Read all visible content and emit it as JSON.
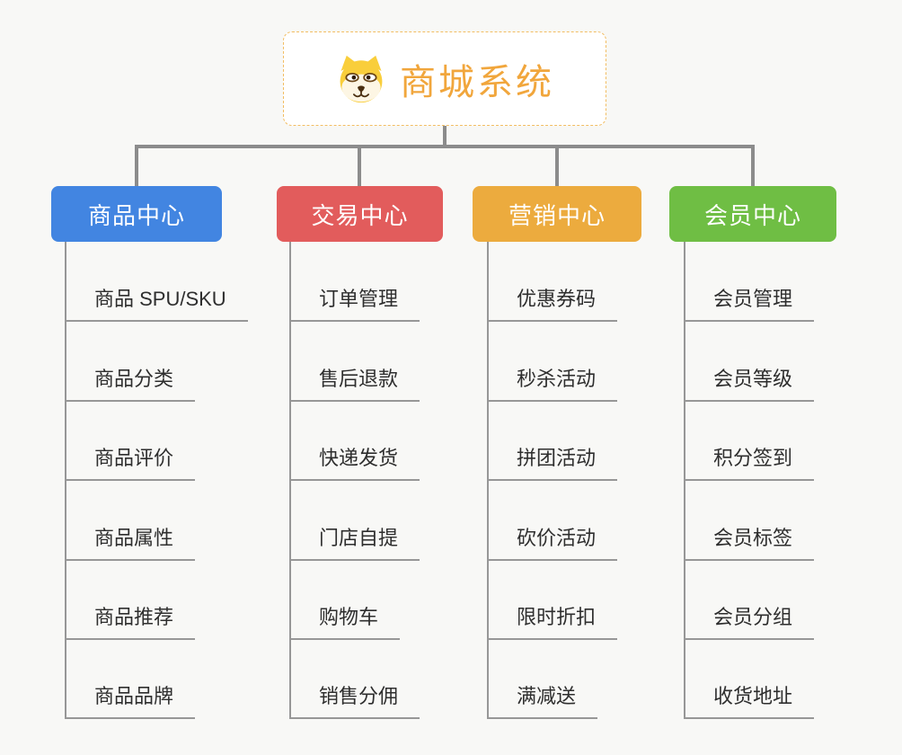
{
  "root": {
    "title": "商城系统",
    "title_color": "#F1A63C",
    "border_color": "#F2BD62",
    "icon": "dog-face-icon"
  },
  "connector_color": "#8C8C8C",
  "line_color": "#979797",
  "background_color": "#F8F8F6",
  "branches": [
    {
      "label": "商品中心",
      "color": "#4285E1",
      "items": [
        "商品 SPU/SKU",
        "商品分类",
        "商品评价",
        "商品属性",
        "商品推荐",
        "商品品牌"
      ]
    },
    {
      "label": "交易中心",
      "color": "#E25C5C",
      "items": [
        "订单管理",
        "售后退款",
        "快递发货",
        "门店自提",
        "购物车",
        "销售分佣"
      ]
    },
    {
      "label": "营销中心",
      "color": "#ECAB3E",
      "items": [
        "优惠券码",
        "秒杀活动",
        "拼团活动",
        "砍价活动",
        "限时折扣",
        "满减送"
      ]
    },
    {
      "label": "会员中心",
      "color": "#6FBE44",
      "items": [
        "会员管理",
        "会员等级",
        "积分签到",
        "会员标签",
        "会员分组",
        "收货地址"
      ]
    }
  ]
}
